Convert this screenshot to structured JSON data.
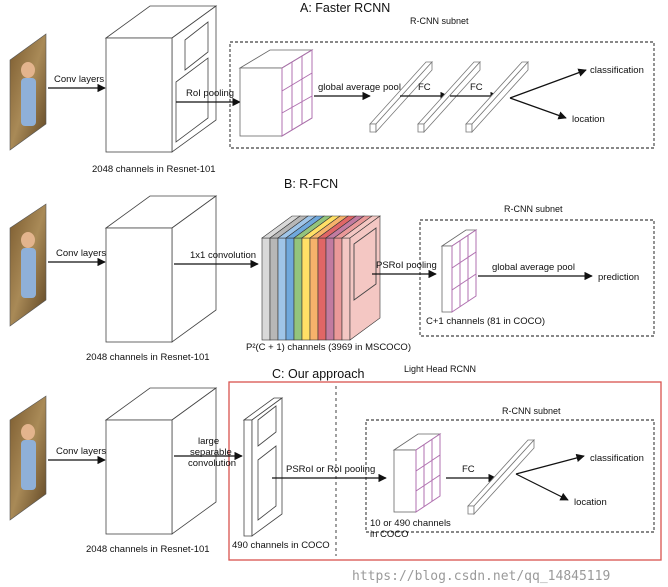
{
  "sections": {
    "a": {
      "title": "A: Faster RCNN",
      "subnet_title": "R-CNN subnet",
      "conv_label": "Conv layers",
      "pool_label": "RoI pooling",
      "gap_label": "global average pool",
      "fc1_label": "FC",
      "fc2_label": "FC",
      "out1_label": "classification",
      "out2_label": "location",
      "caption": "2048 channels in Resnet-101"
    },
    "b": {
      "title": "B: R-FCN",
      "subnet_title": "R-CNN subnet",
      "conv_label": "Conv layers",
      "conv1x1_label": "1x1 convolution",
      "psroi_label": "PSRoI pooling",
      "gap_label": "global average pool",
      "out_label": "prediction",
      "caption": "2048 channels in Resnet-101",
      "channels_caption": "P²(C + 1)  channels (3969 in MSCOCO)",
      "subnet_caption": "C+1 channels (81 in COCO)"
    },
    "c": {
      "title": "C: Our approach",
      "head_title": "Light Head RCNN",
      "subnet_title": "R-CNN subnet",
      "conv_label": "Conv layers",
      "sep_line1": "large",
      "sep_line2": "separable",
      "sep_line3": "convolution",
      "pool_label": "PSRoI or RoI pooling",
      "fc_label": "FC",
      "out1_label": "classification",
      "out2_label": "location",
      "caption": "2048 channels in Resnet-101",
      "thin_caption": "490 channels in COCO",
      "roi_caption_line1": "10  or 490 channels",
      "roi_caption_line2": "in COCO"
    }
  },
  "watermark": "https://blog.csdn.net/qq_14845119",
  "colors": {
    "red_box": "#d9534f",
    "grid": "#b070b0",
    "slice_colors": [
      "#d9d9d9",
      "#b7b7b7",
      "#9fc5e8",
      "#6fa8dc",
      "#93c47d",
      "#ffe066",
      "#f6b26b",
      "#e06666",
      "#c27ba0",
      "#ea9999",
      "#f4c7c3"
    ]
  }
}
